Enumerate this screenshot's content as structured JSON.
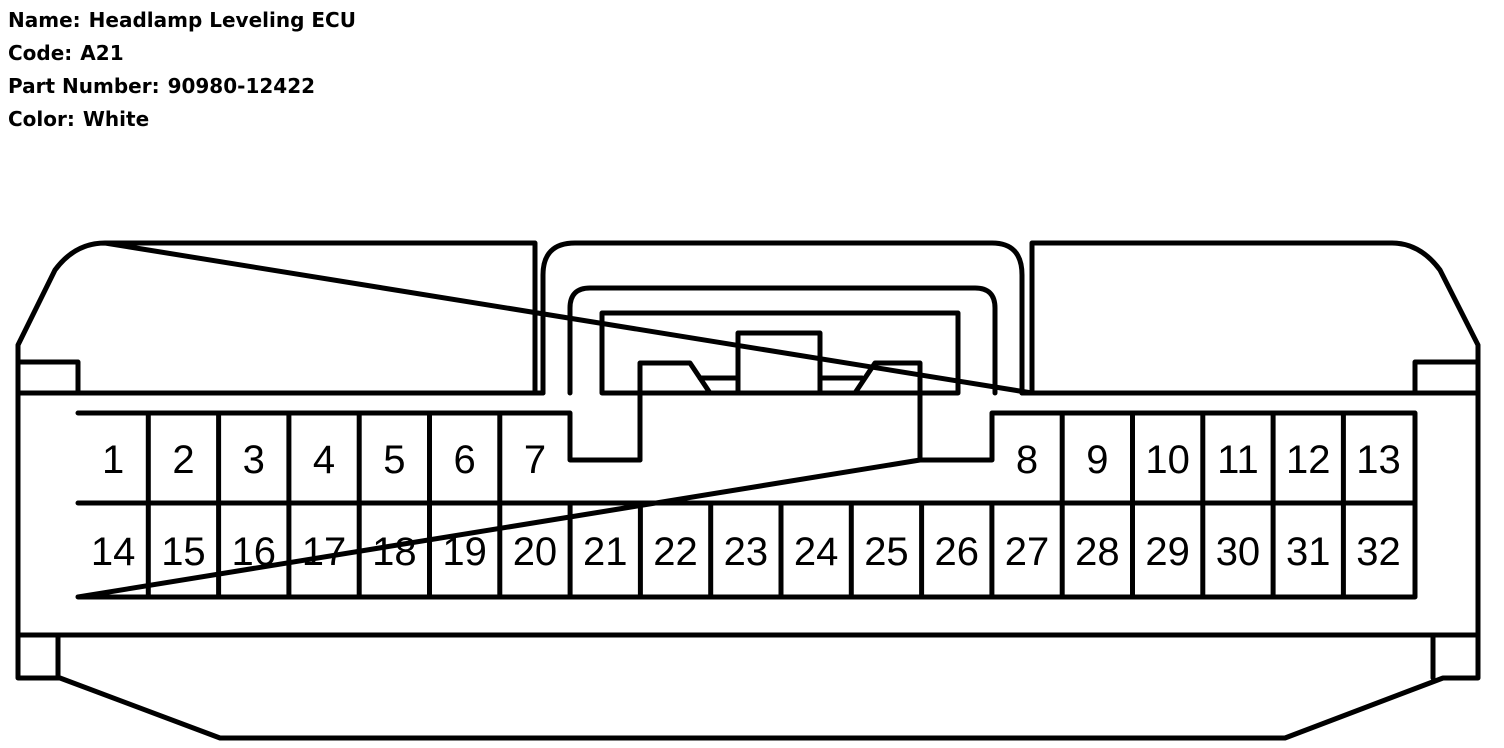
{
  "info": {
    "name_label": "Name:",
    "name_value": "Headlamp Leveling ECU",
    "code_label": "Code:",
    "code_value": "A21",
    "part_label": "Part Number:",
    "part_value": "90980-12422",
    "color_label": "Color:",
    "color_value": "White"
  },
  "connector": {
    "top_row_left_pins": [
      "1",
      "2",
      "3",
      "4",
      "5",
      "6",
      "7"
    ],
    "top_row_right_pins": [
      "8",
      "9",
      "10",
      "11",
      "12",
      "13"
    ],
    "bottom_row_pins": [
      "14",
      "15",
      "16",
      "17",
      "18",
      "19",
      "20",
      "21",
      "22",
      "23",
      "24",
      "25",
      "26",
      "27",
      "28",
      "29",
      "30",
      "31",
      "32"
    ],
    "line_color": "#000000",
    "fill_color": "#ffffff"
  }
}
